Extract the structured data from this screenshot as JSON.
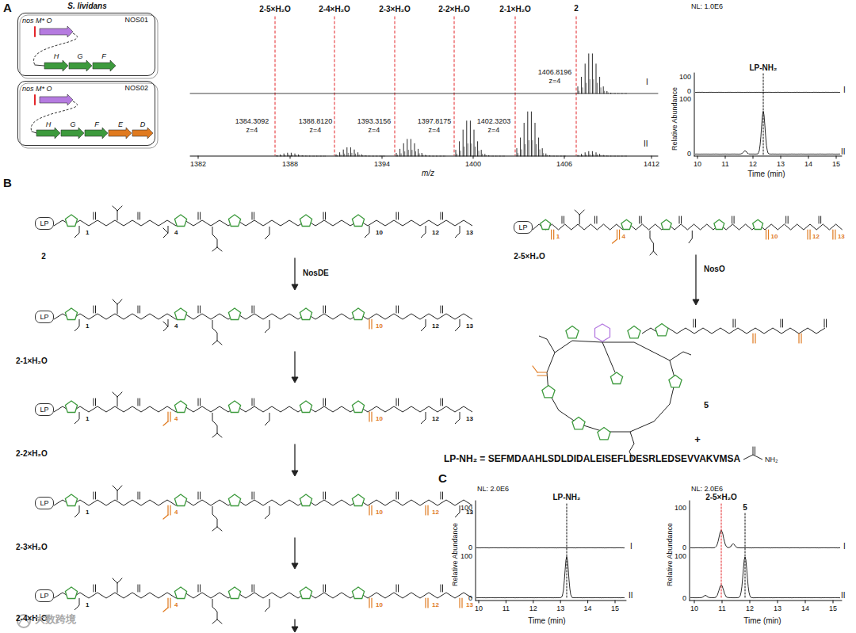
{
  "diagram": {
    "nodes": [
      {
        "text": [
          "NOS01"
        ]
      },
      {
        "text": [
          "NOS02"
        ]
      },
      {
        "text": [
          "LP"
        ]
      },
      {
        "text": [
          "LP"
        ]
      },
      {
        "text": [
          "LP"
        ]
      },
      {
        "text": [
          "LP"
        ]
      },
      {
        "text": [
          "LP"
        ]
      },
      {
        "text": [
          "LP"
        ]
      }
    ],
    "labels": [
      "A",
      "S. lividans",
      "nos M* O",
      "H",
      "G",
      "F",
      "nos M* O",
      "H",
      "G",
      "F",
      "E",
      "D",
      "2-5×H₂O",
      "2-4×H₂O",
      "2-3×H₂O",
      "2-2×H₂O",
      "2-1×H₂O",
      "2",
      "1406.8196",
      "z=4",
      "1384.3092",
      "z=4",
      "1388.8120",
      "z=4",
      "1393.3156",
      "z=4",
      "1397.8175",
      "z=4",
      "1402.3203",
      "z=4",
      "I",
      "II",
      "1382",
      "1388",
      "1394",
      "1400",
      "1406",
      "1412",
      "m/z",
      "NL: 1.0E6",
      "LP-NH₂",
      "100",
      "0",
      "100",
      "0",
      "Relative Abundance",
      "I",
      "II",
      "10",
      "11",
      "12",
      "13",
      "14",
      "15",
      "Time (min)",
      "B",
      "1",
      "4",
      "10",
      "12",
      "13",
      "1",
      "4",
      "10",
      "12",
      "13",
      "1",
      "4",
      "10",
      "12",
      "13",
      "1",
      "4",
      "10",
      "12",
      "13",
      "1",
      "4",
      "10",
      "12",
      "13",
      "2",
      "2-1×H₂O",
      "2-2×H₂O",
      "2-3×H₂O",
      "2-4×H₂O",
      "NosDE",
      "1",
      "4",
      "10",
      "12",
      "13",
      "2-5×H₂O",
      "NosO",
      "5",
      "+",
      "LP-NH₂ = SEFMDAAHLSDLDIDALEISEFLDESRLEDSEVVAKVMSA",
      "NH₂",
      "C",
      "NL: 2.0E6",
      "LP-NH₂",
      "100",
      "0",
      "100",
      "0",
      "Relative Abundance",
      "I",
      "II",
      "10",
      "11",
      "12",
      "13",
      "14",
      "15",
      "Time (min)",
      "NL: 2.0E6",
      "2-5×H₂O",
      "5",
      "100",
      "0",
      "100",
      "0",
      "Relative Abundance",
      "I",
      "II",
      "10",
      "11",
      "12",
      "13",
      "14",
      "15",
      "Time (min)",
      "大数跨境"
    ]
  }
}
